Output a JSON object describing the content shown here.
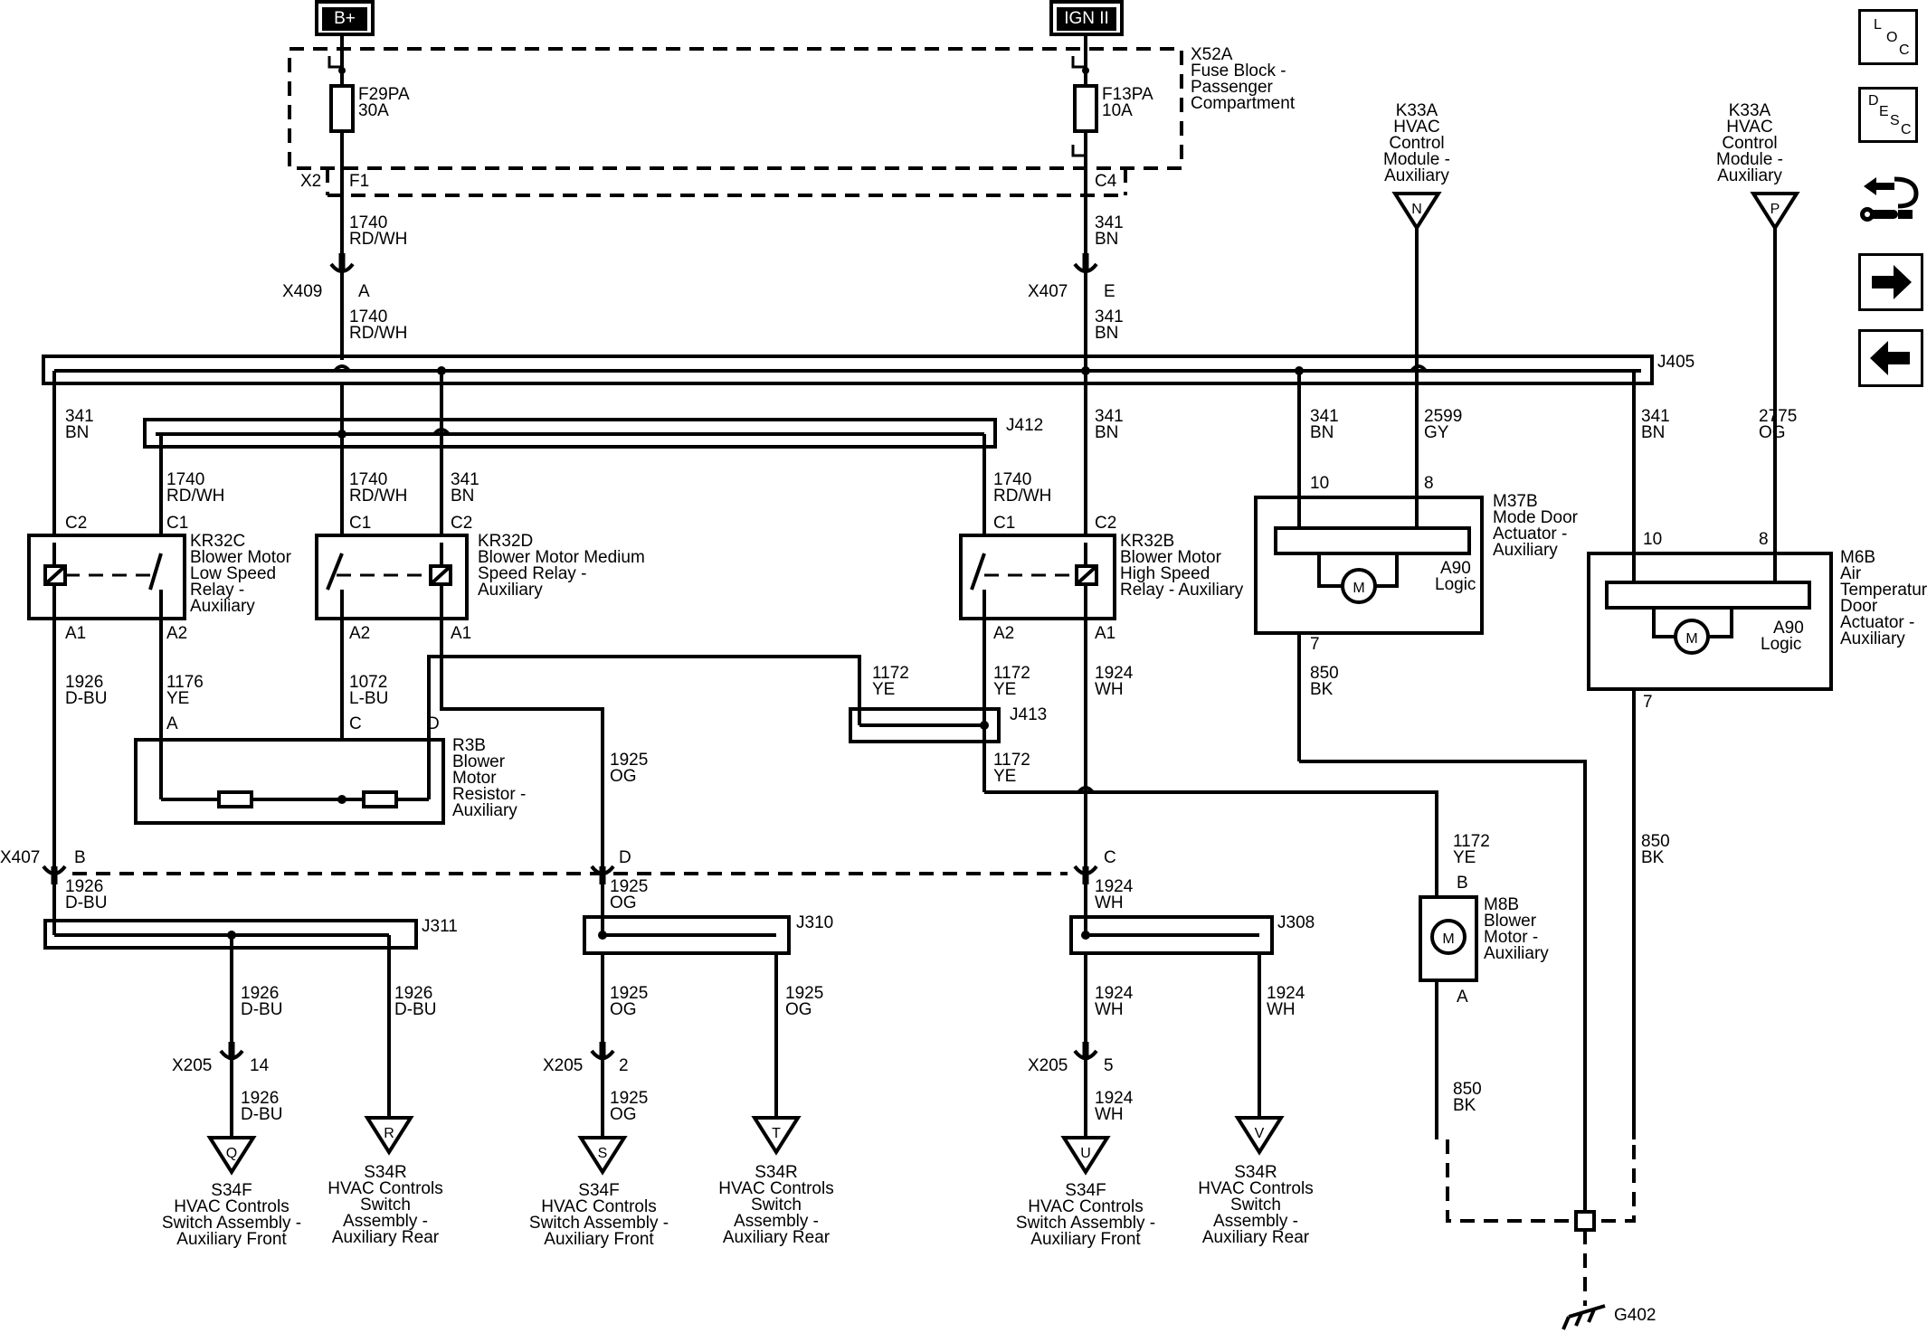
{
  "supplies": [
    {
      "id": "bplus",
      "label": "B+"
    },
    {
      "id": "ign",
      "label": "IGN II"
    }
  ],
  "fuse_block": {
    "connector": "X52A",
    "name_lines": [
      "Fuse Block -",
      "Passenger",
      "Compartment"
    ]
  },
  "fuses": [
    {
      "id": "f29",
      "name": "F29PA",
      "rating": "30A",
      "connector": "X2",
      "pin": "F1"
    },
    {
      "id": "f13",
      "name": "F13PA",
      "rating": "10A",
      "connector": "",
      "pin": "C4"
    }
  ],
  "inline_connectors": [
    {
      "id": "x409",
      "name": "X409",
      "pin": "A"
    },
    {
      "id": "x407e",
      "name": "X407",
      "pin": "E"
    },
    {
      "id": "x407b",
      "name": "X407",
      "pin": "B"
    },
    {
      "id": "x407d",
      "name": "",
      "pin": "D"
    },
    {
      "id": "x407c",
      "name": "",
      "pin": "C"
    },
    {
      "id": "x205a",
      "name": "X205",
      "pin": "14"
    },
    {
      "id": "x205b",
      "name": "X205",
      "pin": "2"
    },
    {
      "id": "x205c",
      "name": "X205",
      "pin": "5"
    }
  ],
  "splices": [
    "J405",
    "J412",
    "J413",
    "J311",
    "J310",
    "J308"
  ],
  "wires": [
    {
      "id": "w1",
      "circuit": "1740",
      "color": "RD/WH"
    },
    {
      "id": "w2",
      "circuit": "341",
      "color": "BN"
    },
    {
      "id": "w3",
      "circuit": "1740",
      "color": "RD/WH"
    },
    {
      "id": "w4",
      "circuit": "341",
      "color": "BN"
    },
    {
      "id": "w5",
      "circuit": "341",
      "color": "BN"
    },
    {
      "id": "w6",
      "circuit": "1740",
      "color": "RD/WH"
    },
    {
      "id": "w7",
      "circuit": "1740",
      "color": "RD/WH"
    },
    {
      "id": "w8",
      "circuit": "341",
      "color": "BN"
    },
    {
      "id": "w9",
      "circuit": "1740",
      "color": "RD/WH"
    },
    {
      "id": "w10",
      "circuit": "341",
      "color": "BN"
    },
    {
      "id": "w11",
      "circuit": "341",
      "color": "BN"
    },
    {
      "id": "w12",
      "circuit": "2599",
      "color": "GY"
    },
    {
      "id": "w13",
      "circuit": "341",
      "color": "BN"
    },
    {
      "id": "w14",
      "circuit": "2775",
      "color": "OG"
    },
    {
      "id": "w15",
      "circuit": "1926",
      "color": "D-BU"
    },
    {
      "id": "w16",
      "circuit": "1176",
      "color": "YE"
    },
    {
      "id": "w17",
      "circuit": "1072",
      "color": "L-BU"
    },
    {
      "id": "w18",
      "circuit": "1172",
      "color": "YE"
    },
    {
      "id": "w19",
      "circuit": "1172",
      "color": "YE"
    },
    {
      "id": "w20",
      "circuit": "1924",
      "color": "WH"
    },
    {
      "id": "w21",
      "circuit": "850",
      "color": "BK"
    },
    {
      "id": "w22",
      "circuit": "1925",
      "color": "OG"
    },
    {
      "id": "w23",
      "circuit": "1172",
      "color": "YE"
    },
    {
      "id": "w24",
      "circuit": "1172",
      "color": "YE"
    },
    {
      "id": "w25",
      "circuit": "850",
      "color": "BK"
    },
    {
      "id": "w26",
      "circuit": "1926",
      "color": "D-BU"
    },
    {
      "id": "w27",
      "circuit": "1925",
      "color": "OG"
    },
    {
      "id": "w28",
      "circuit": "1924",
      "color": "WH"
    },
    {
      "id": "w29",
      "circuit": "1926",
      "color": "D-BU"
    },
    {
      "id": "w30",
      "circuit": "1926",
      "color": "D-BU"
    },
    {
      "id": "w31",
      "circuit": "1925",
      "color": "OG"
    },
    {
      "id": "w32",
      "circuit": "1925",
      "color": "OG"
    },
    {
      "id": "w33",
      "circuit": "1924",
      "color": "WH"
    },
    {
      "id": "w34",
      "circuit": "1924",
      "color": "WH"
    },
    {
      "id": "w35",
      "circuit": "1926",
      "color": "D-BU"
    },
    {
      "id": "w36",
      "circuit": "1925",
      "color": "OG"
    },
    {
      "id": "w37",
      "circuit": "1924",
      "color": "WH"
    },
    {
      "id": "w38",
      "circuit": "850",
      "color": "BK"
    }
  ],
  "relays": [
    {
      "id": "kr32c",
      "name_lines": [
        "KR32C",
        "Blower Motor",
        "Low Speed",
        "Relay -",
        "Auxiliary"
      ],
      "pins": [
        "C2",
        "C1",
        "A1",
        "A2"
      ]
    },
    {
      "id": "kr32d",
      "name_lines": [
        "KR32D",
        "Blower Motor Medium",
        "Speed Relay -",
        "Auxiliary"
      ],
      "pins": [
        "C1",
        "C2",
        "A2",
        "A1"
      ]
    },
    {
      "id": "kr32b",
      "name_lines": [
        "KR32B",
        "Blower Motor",
        "High Speed",
        "Relay - Auxiliary"
      ],
      "pins": [
        "C1",
        "C2",
        "A2",
        "A1"
      ]
    }
  ],
  "resistor": {
    "name_lines": [
      "R3B",
      "Blower",
      "Motor",
      "Resistor -",
      "Auxiliary"
    ],
    "pins": [
      "A",
      "C",
      "D"
    ]
  },
  "actuators": [
    {
      "id": "m37b",
      "name_lines": [
        "M37B",
        "Mode Door",
        "Actuator -",
        "Auxiliary"
      ],
      "logic_lines": [
        "A90",
        "Logic"
      ],
      "pins": [
        "10",
        "8",
        "7"
      ],
      "motor": "M"
    },
    {
      "id": "m6b",
      "name_lines": [
        "M6B",
        "Air",
        "Temperature",
        "Door",
        "Actuator -",
        "Auxiliary"
      ],
      "logic_lines": [
        "A90",
        "Logic"
      ],
      "pins": [
        "10",
        "8",
        "7"
      ],
      "motor": "M"
    }
  ],
  "blower_motor": {
    "name_lines": [
      "M8B",
      "Blower",
      "Motor -",
      "Auxiliary"
    ],
    "pins": [
      "B",
      "A"
    ],
    "motor": "M"
  },
  "control_modules": [
    {
      "id": "k33n",
      "name_lines": [
        "K33A",
        "HVAC",
        "Control",
        "Module -",
        "Auxiliary"
      ],
      "pin": "N"
    },
    {
      "id": "k33p",
      "name_lines": [
        "K33A",
        "HVAC",
        "Control",
        "Module -",
        "Auxiliary"
      ],
      "pin": "P"
    }
  ],
  "switch_terminals": [
    {
      "id": "q",
      "pin": "Q",
      "name_lines": [
        "S34F",
        "HVAC Controls",
        "Switch Assembly -",
        "Auxiliary Front"
      ]
    },
    {
      "id": "r",
      "pin": "R",
      "name_lines": [
        "S34R",
        "HVAC Controls",
        "Switch",
        "Assembly -",
        "Auxiliary Rear"
      ]
    },
    {
      "id": "s",
      "pin": "S",
      "name_lines": [
        "S34F",
        "HVAC Controls",
        "Switch Assembly -",
        "Auxiliary Front"
      ]
    },
    {
      "id": "t",
      "pin": "T",
      "name_lines": [
        "S34R",
        "HVAC Controls",
        "Switch",
        "Assembly -",
        "Auxiliary Rear"
      ]
    },
    {
      "id": "u",
      "pin": "U",
      "name_lines": [
        "S34F",
        "HVAC Controls",
        "Switch Assembly -",
        "Auxiliary Front"
      ]
    },
    {
      "id": "v",
      "pin": "V",
      "name_lines": [
        "S34R",
        "HVAC Controls",
        "Switch",
        "Assembly -",
        "Auxiliary Rear"
      ]
    }
  ],
  "ground": {
    "name": "G402"
  },
  "nav": {
    "loc": [
      "L",
      "O",
      "C"
    ],
    "desc": [
      "D",
      "E",
      "S",
      "C"
    ],
    "items": [
      {
        "id": "loc",
        "icon": "loc-icon"
      },
      {
        "id": "desc",
        "icon": "desc-icon"
      },
      {
        "id": "connector",
        "icon": "connector-wrench-icon"
      },
      {
        "id": "next",
        "icon": "arrow-right-icon"
      },
      {
        "id": "prev",
        "icon": "arrow-left-icon"
      }
    ]
  }
}
